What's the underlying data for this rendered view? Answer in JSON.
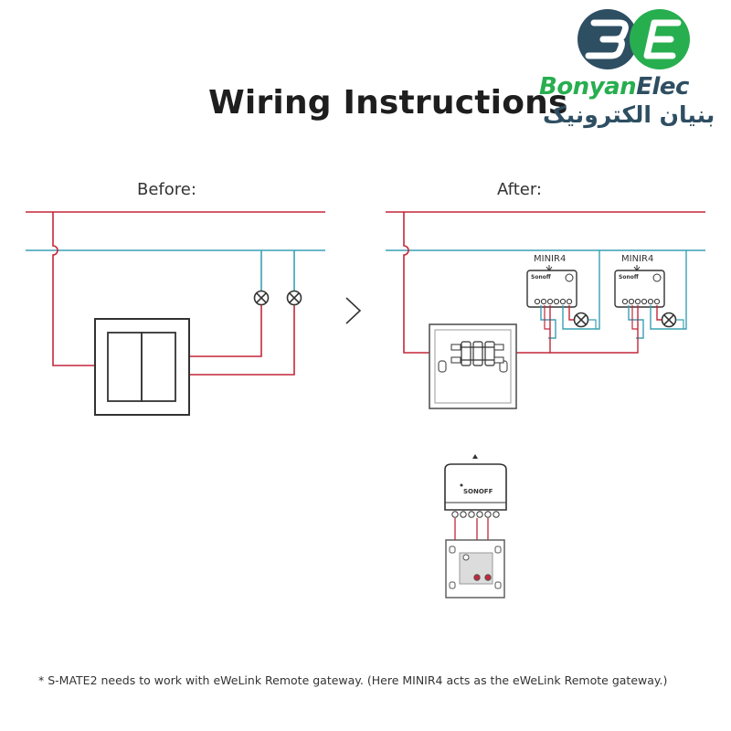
{
  "header": {
    "title": "Wiring Instructions"
  },
  "logo": {
    "monogram": "BE",
    "latin_part1": "Bonyan",
    "latin_part2": "Elec",
    "persian": "بنیان الکترونیک"
  },
  "diagram": {
    "before_label": "Before:",
    "after_label": "After:",
    "module_labels": [
      "MINIR4",
      "MINIR4"
    ],
    "module_brand": "Sonoff",
    "bottom_device_brand": "SONOFF"
  },
  "footnote": "* S-MATE2 needs to work with eWeLink Remote gateway. (Here MINIR4 acts as the eWeLink Remote gateway.)",
  "colors": {
    "live_wire": "#c4273a",
    "neutral_wire": "#3aa0b4",
    "outline": "#333333",
    "logo_dark": "#2e4e62",
    "logo_green": "#27ae4f"
  }
}
